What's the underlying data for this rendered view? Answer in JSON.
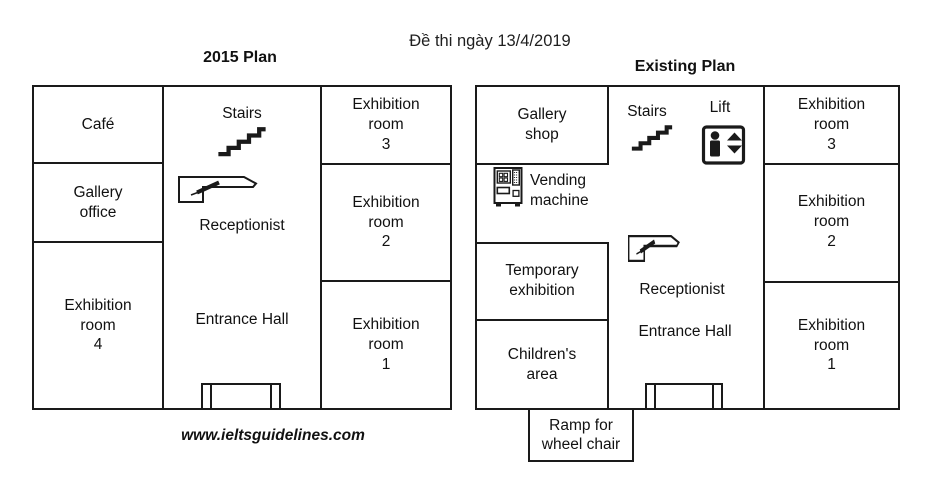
{
  "colors": {
    "line": "#1a1a1a",
    "text": "#111111",
    "background": "#ffffff"
  },
  "header": {
    "exam_title": "Đề thi ngày 13/4/2019"
  },
  "footer": {
    "website": "www.ieltsguidelines.com"
  },
  "plan_2015": {
    "title": "2015 Plan",
    "rooms": {
      "cafe": "Café",
      "gallery_office": "Gallery\noffice",
      "exhibition_room_4": "Exhibition\nroom\n4",
      "exhibition_room_3": "Exhibition\nroom\n3",
      "exhibition_room_2": "Exhibition\nroom\n2",
      "exhibition_room_1": "Exhibition\nroom\n1",
      "entrance_hall": "Entrance Hall"
    },
    "features": {
      "stairs": "Stairs",
      "receptionist": "Receptionist"
    },
    "icons": {
      "stairs": "stairs-icon",
      "receptionist_desk": "reception-desk-icon",
      "entrance": "entrance-door-icon"
    }
  },
  "plan_existing": {
    "title": "Existing Plan",
    "rooms": {
      "gallery_shop": "Gallery\nshop",
      "temporary_exhibition": "Temporary\nexhibition",
      "childrens_area": "Children's\narea",
      "exhibition_room_3": "Exhibition\nroom\n3",
      "exhibition_room_2": "Exhibition\nroom\n2",
      "exhibition_room_1": "Exhibition\nroom\n1",
      "entrance_hall": "Entrance Hall",
      "ramp": "Ramp for\nwheel chair"
    },
    "features": {
      "stairs": "Stairs",
      "lift": "Lift",
      "vending_machine": "Vending\nmachine",
      "receptionist": "Receptionist"
    },
    "icons": {
      "stairs": "stairs-icon",
      "lift": "lift-icon",
      "vending_machine": "vending-machine-icon",
      "receptionist_desk": "reception-desk-icon",
      "entrance": "entrance-door-icon"
    }
  }
}
